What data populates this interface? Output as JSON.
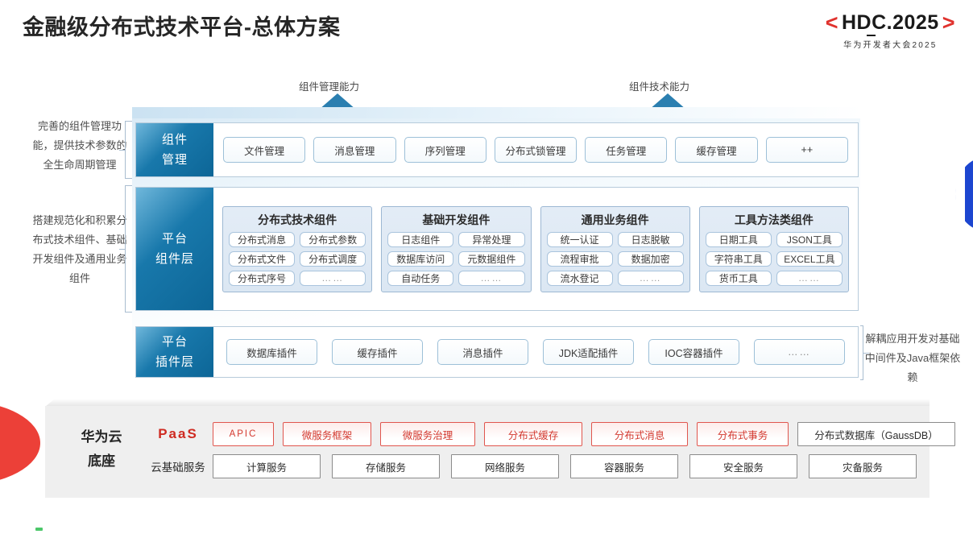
{
  "header": {
    "title": "金融级分布式技术平台-总体方案",
    "logo": {
      "left_bracket": "<",
      "right_bracket": ">",
      "main": "HDC.2025",
      "sub": "华为开发者大会2025"
    }
  },
  "capabilities": [
    {
      "label": "组件管理能力"
    },
    {
      "label": "组件技术能力"
    }
  ],
  "annotations": {
    "left_top": "完善的组件管理功能，提供技术参数的全生命周期管理",
    "left_bottom": "搭建规范化和积累分布式技术组件、基础开发组件及通用业务组件",
    "right": "解耦应用开发对基础中间件及Java框架依赖"
  },
  "rows": {
    "component_management": {
      "tag_line1": "组件",
      "tag_line2": "管理",
      "items": [
        "文件管理",
        "消息管理",
        "序列管理",
        "分布式锁管理",
        "任务管理",
        "缓存管理",
        "++"
      ]
    },
    "platform_component": {
      "tag_line1": "平台",
      "tag_line2": "组件层",
      "groups": [
        {
          "title": "分布式技术组件",
          "cells": [
            [
              "分布式消息",
              "分布式参数"
            ],
            [
              "分布式文件",
              "分布式调度"
            ],
            [
              "分布式序号",
              "……"
            ]
          ]
        },
        {
          "title": "基础开发组件",
          "cells": [
            [
              "日志组件",
              "异常处理"
            ],
            [
              "数据库访问",
              "元数据组件"
            ],
            [
              "自动任务",
              "……"
            ]
          ]
        },
        {
          "title": "通用业务组件",
          "cells": [
            [
              "统一认证",
              "日志脱敏"
            ],
            [
              "流程审批",
              "数据加密"
            ],
            [
              "流水登记",
              "……"
            ]
          ]
        },
        {
          "title": "工具方法类组件",
          "cells": [
            [
              "日期工具",
              "JSON工具"
            ],
            [
              "字符串工具",
              "EXCEL工具"
            ],
            [
              "货币工具",
              "……"
            ]
          ]
        }
      ]
    },
    "platform_plugin": {
      "tag_line1": "平台",
      "tag_line2": "插件层",
      "items": [
        "数据库插件",
        "缓存插件",
        "消息插件",
        "JDK适配插件",
        "IOC容器插件",
        "……"
      ]
    }
  },
  "base": {
    "title_line1": "华为云",
    "title_line2": "底座",
    "paas": {
      "label": "PaaS",
      "items": [
        {
          "text": "APIC",
          "style": "red"
        },
        {
          "text": "微服务框架",
          "style": "red"
        },
        {
          "text": "微服务治理",
          "style": "red"
        },
        {
          "text": "分布式缓存",
          "style": "red"
        },
        {
          "text": "分布式消息",
          "style": "red"
        },
        {
          "text": "分布式事务",
          "style": "red"
        },
        {
          "text": "分布式数据库（GaussDB）",
          "style": "gray"
        }
      ]
    },
    "cloud": {
      "label": "云基础服务",
      "items": [
        "计算服务",
        "存储服务",
        "网络服务",
        "容器服务",
        "安全服务",
        "灾备服务"
      ]
    }
  },
  "colors": {
    "brand_red": "#e0322d",
    "tag_blue": "#1878ab",
    "paas_red": "#cf2b22",
    "arrow_blue": "#2b7fb0",
    "base_gray": "#efefef"
  }
}
